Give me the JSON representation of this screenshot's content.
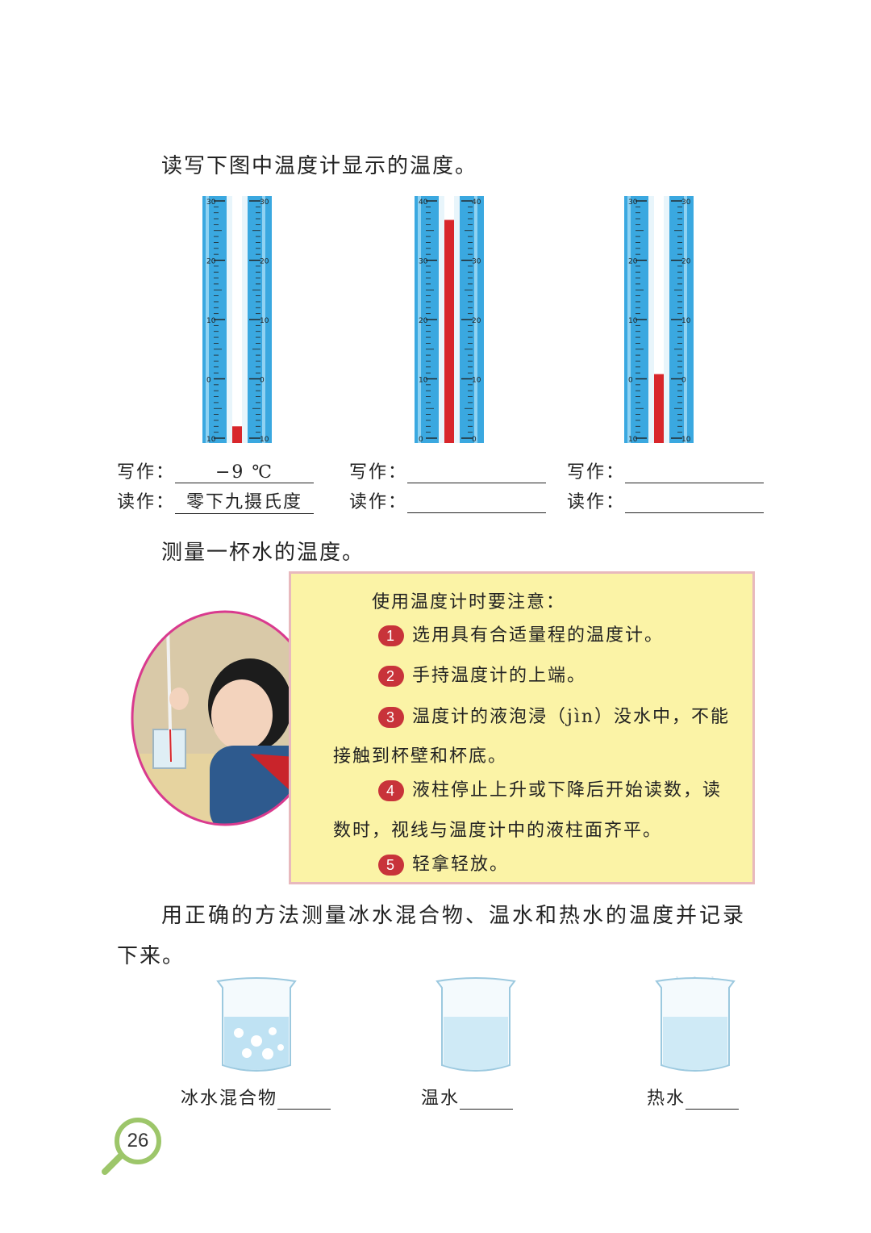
{
  "section1": {
    "heading": "读写下图中温度计显示的温度。",
    "thermometers": [
      {
        "scale": [
          "30",
          "20",
          "10",
          "0",
          "10"
        ],
        "reading_fraction": 0.05
      },
      {
        "scale": [
          "40",
          "30",
          "20",
          "10",
          "0"
        ],
        "reading_fraction": 0.92
      },
      {
        "scale": [
          "30",
          "20",
          "10",
          "0",
          "10"
        ],
        "reading_fraction": 0.27
      }
    ],
    "answers": [
      {
        "write_label": "写作：",
        "write_value": "−9 ℃",
        "read_label": "读作：",
        "read_value": "零下九摄氏度"
      },
      {
        "write_label": "写作：",
        "write_value": "",
        "read_label": "读作：",
        "read_value": ""
      },
      {
        "write_label": "写作：",
        "write_value": "",
        "read_label": "读作：",
        "read_value": ""
      }
    ]
  },
  "section2": {
    "heading": "测量一杯水的温度。",
    "note_title": "使用温度计时要注意：",
    "tips": [
      {
        "num": "1",
        "text": "选用具有合适量程的温度计。"
      },
      {
        "num": "2",
        "text": "手持温度计的上端。"
      },
      {
        "num": "3",
        "text": "温度计的液泡浸（jìn）没水中，不能",
        "cont": "接触到杯壁和杯底。"
      },
      {
        "num": "4",
        "text": "液柱停止上升或下降后开始读数，读",
        "cont": "数时，视线与温度计中的液柱面齐平。"
      },
      {
        "num": "5",
        "text": "轻拿轻放。"
      }
    ]
  },
  "section3": {
    "heading_line1": "用正确的方法测量冰水混合物、温水和热水的温度并记录",
    "heading_line2": "下来。",
    "beakers": [
      {
        "label": "冰水混合物"
      },
      {
        "label": "温水"
      },
      {
        "label": "热水"
      }
    ]
  },
  "page_number": "26",
  "colors": {
    "mercury": "#d8262b",
    "tube": "#3aa8e0",
    "note_bg": "#fbf3a6",
    "badge": "#9dc66a"
  }
}
